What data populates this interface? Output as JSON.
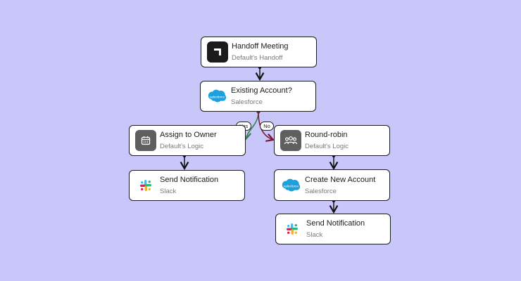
{
  "colors": {
    "background": "#c9c6fa",
    "connector": "#111111",
    "yes_branch": "#2e7d4f",
    "no_branch": "#7a1530",
    "salesforce_blue": "#1ea0dc"
  },
  "nodes": {
    "handoff_meeting": {
      "title": "Handoff Meeting",
      "subtitle": "Default's Handoff",
      "icon": "default-logo-icon"
    },
    "existing_account": {
      "title": "Existing Account?",
      "subtitle": "Salesforce",
      "icon": "salesforce-icon"
    },
    "assign_owner": {
      "title": "Assign to Owner",
      "subtitle": "Default's Logic",
      "icon": "calendar-icon"
    },
    "round_robin": {
      "title": "Round-robin",
      "subtitle": "Default's Logic",
      "icon": "users-group-icon"
    },
    "send_notification_left": {
      "title": "Send Notification",
      "subtitle": "Slack",
      "icon": "slack-icon"
    },
    "create_account": {
      "title": "Create New Account",
      "subtitle": "Salesforce",
      "icon": "salesforce-icon"
    },
    "send_notification_right": {
      "title": "Send Notification",
      "subtitle": "Slack",
      "icon": "slack-icon"
    }
  },
  "branches": {
    "yes_label": "Yes",
    "no_label": "No"
  },
  "logos": {
    "salesforce_text": "salesforce"
  }
}
